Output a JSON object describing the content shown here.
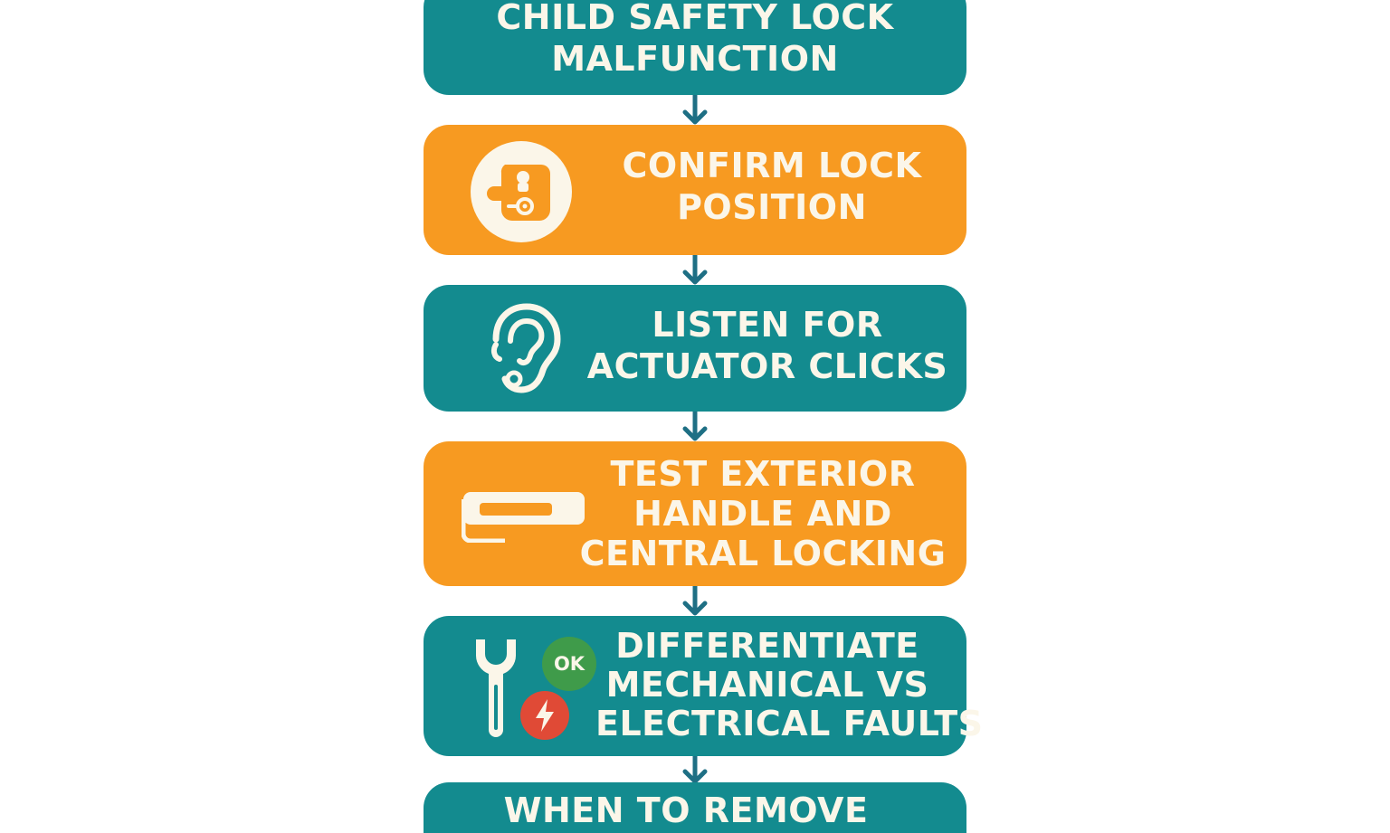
{
  "steps": [
    {
      "id": "malfunction",
      "color": "#138b8f",
      "lines": [
        "CHILD SAFETY LOCK",
        "MALFUNCTION"
      ]
    },
    {
      "id": "confirm",
      "color": "#f79a21",
      "icon": "door-lock-icon",
      "lines": [
        "CONFIRM LOCK",
        "POSITION"
      ]
    },
    {
      "id": "listen",
      "color": "#138b8f",
      "icon": "ear-icon",
      "lines": [
        "LISTEN FOR",
        "ACTUATOR CLICKS"
      ]
    },
    {
      "id": "test",
      "color": "#f79a21",
      "icon": "door-handle-icon",
      "lines": [
        "TEST EXTERIOR",
        "HANDLE AND",
        "CENTRAL LOCKING"
      ]
    },
    {
      "id": "differentiate",
      "color": "#138b8f",
      "icon": "wrench-icon",
      "badges": [
        "OK"
      ],
      "lines": [
        "DIFFERENTIATE",
        "MECHANICAL VS",
        "ELECTRICAL FAULTS"
      ]
    },
    {
      "id": "remove",
      "color": "#138b8f",
      "lines": [
        "WHEN TO REMOVE"
      ]
    }
  ],
  "colors": {
    "teal": "#138b8f",
    "orange": "#f79a21",
    "arrow": "#1e6f84",
    "ok_badge": "#3f9b4a",
    "fault_badge": "#e04a36",
    "text": "#fbf6e9"
  }
}
